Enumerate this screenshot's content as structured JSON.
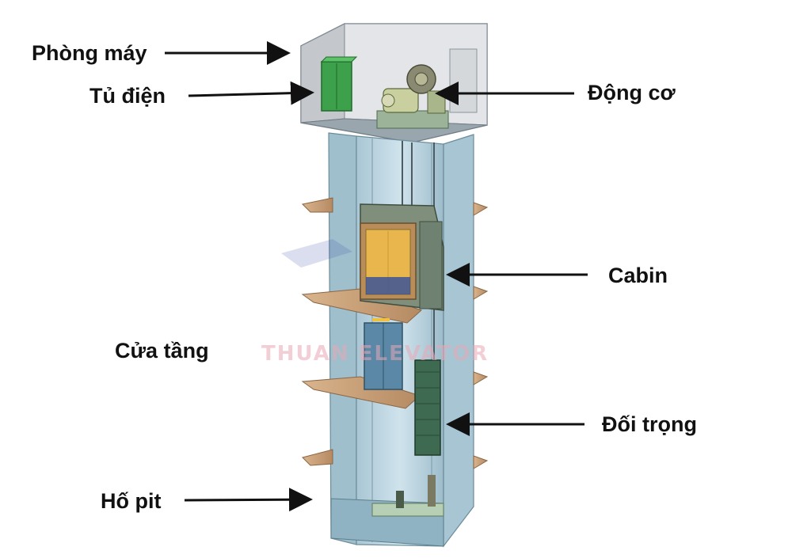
{
  "labels": {
    "machine_room": "Phòng máy",
    "control_cabinet": "Tủ điện",
    "motor": "Động cơ",
    "cabin": "Cabin",
    "landing_door": "Cửa tầng",
    "counterweight": "Đối trọng",
    "pit": "Hố pit"
  },
  "watermark": {
    "text": "THUAN ELEVATOR"
  },
  "colors": {
    "shaft_wall": "#b9d4e0",
    "machine_room": "#c9ccd0",
    "floor_slab": "#c7a07a",
    "cabinet": "#3da04a",
    "cabin_interior": "#e8b64c",
    "counterweight": "#3f6a52",
    "arrow": "#111111"
  }
}
